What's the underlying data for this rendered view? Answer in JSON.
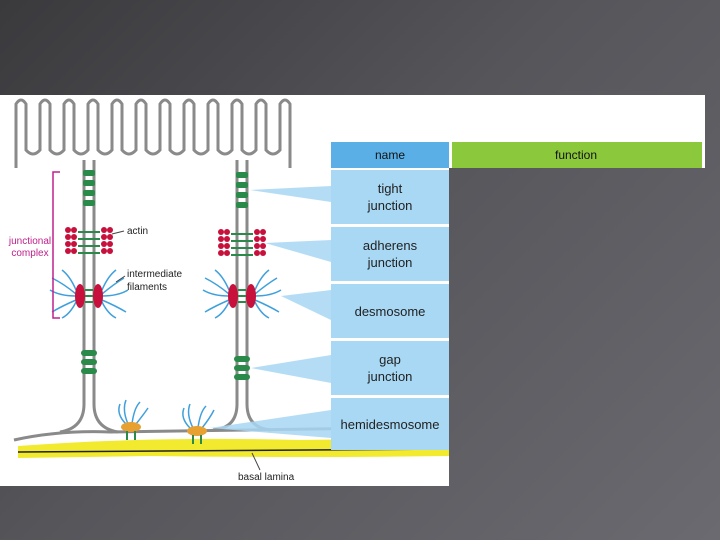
{
  "diagram": {
    "labels": {
      "junctional_complex_line1": "junctional",
      "junctional_complex_line2": "complex",
      "actin": "actin",
      "intermediate_line1": "intermediate",
      "intermediate_line2": "filaments",
      "basal_lamina": "basal lamina"
    },
    "table": {
      "name_header": "name",
      "function_header": "function",
      "rows": [
        {
          "line1": "tight",
          "line2": "junction"
        },
        {
          "line1": "adherens",
          "line2": "junction"
        },
        {
          "line1": "desmosome",
          "line2": ""
        },
        {
          "line1": "gap",
          "line2": "junction"
        },
        {
          "line1": "hemidesmosome",
          "line2": ""
        }
      ]
    }
  },
  "colors": {
    "table_blue": "#5ab0e6",
    "function_green": "#8cc83c",
    "actin_red": "#c8103c",
    "junction_green": "#2a8a4a",
    "filament_blue": "#3fa0dc",
    "lamina_yellow": "#f2ea2e",
    "hemidesmosome_orange": "#e8a030",
    "label_magenta": "#c0208c"
  }
}
